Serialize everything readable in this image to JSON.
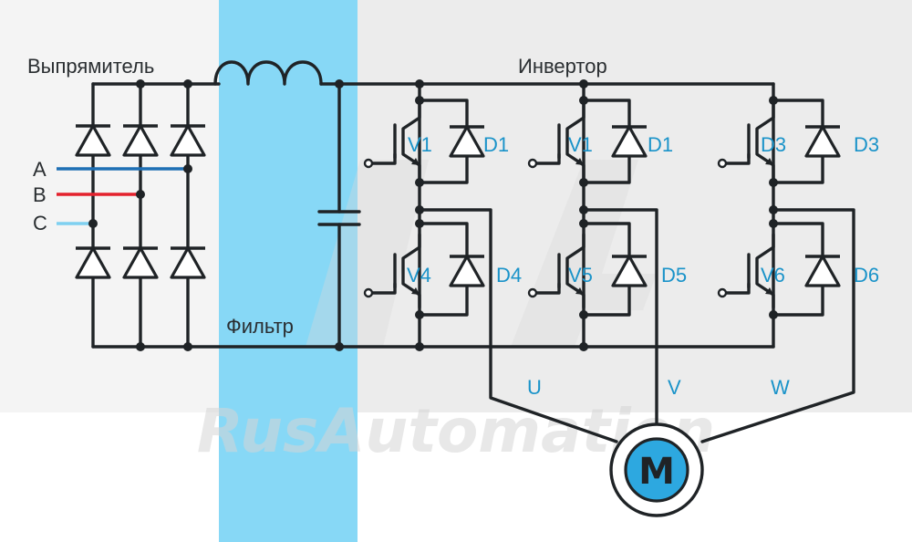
{
  "sections": {
    "rectifier": "Выпрямитель",
    "filter": "Фильтр",
    "inverter": "Инвертор"
  },
  "phases_in": [
    {
      "label": "A",
      "color": "#1e6fb4"
    },
    {
      "label": "B",
      "color": "#e3212d"
    },
    {
      "label": "C",
      "color": "#7fd0f0"
    }
  ],
  "switches": {
    "top": [
      {
        "transistor": "V1",
        "diode": "D1"
      },
      {
        "transistor": "V1",
        "diode": "D1"
      },
      {
        "transistor": "D3",
        "diode": "D3"
      }
    ],
    "bottom": [
      {
        "transistor": "V4",
        "diode": "D4"
      },
      {
        "transistor": "V5",
        "diode": "D5"
      },
      {
        "transistor": "V6",
        "diode": "D6"
      }
    ]
  },
  "outputs": [
    "U",
    "V",
    "W"
  ],
  "motor": {
    "label": "M",
    "color": "#2da8e0"
  },
  "watermark": {
    "brand": "RusAutomation",
    "mark": "74"
  },
  "colors": {
    "filter_band": "#87d8f6",
    "inverter_band": "#ececec",
    "label_blue": "#1a93c9"
  }
}
